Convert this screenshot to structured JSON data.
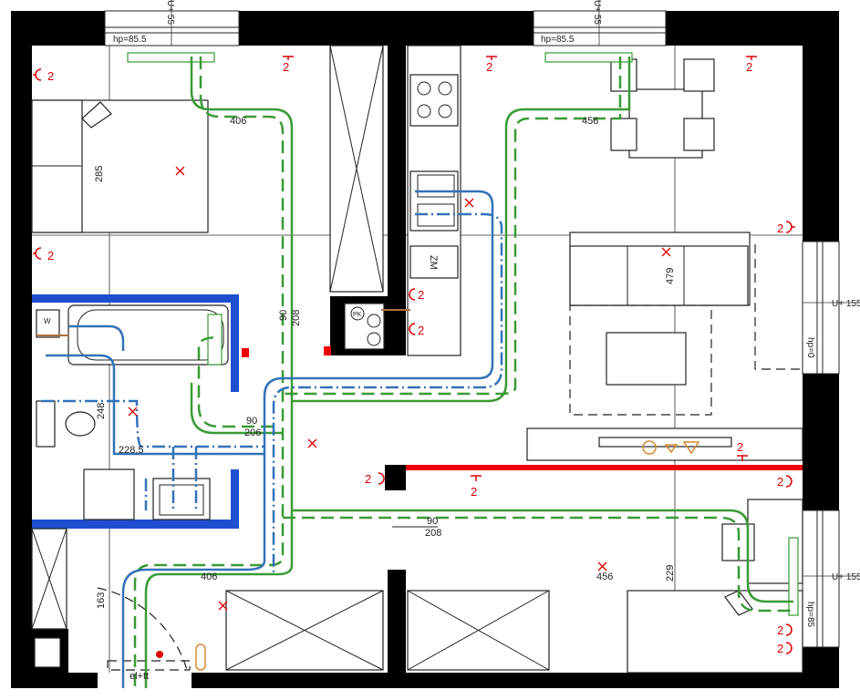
{
  "plan": {
    "window_labels": {
      "top_left": "U+ 55",
      "top_right": "U+ 55",
      "right_upper": "U+ 155",
      "right_lower": "U+ 155"
    },
    "sill_heights": {
      "top_left": "hp=85.5",
      "top_right": "hp=85.5",
      "right_upper": "hp=0",
      "right_lower": "hp=85"
    },
    "dimensions": {
      "bedroom_pipe_top": "406",
      "bed_length": "285",
      "living_pipe_top": "456",
      "living_depth": "479",
      "riser_width": "90",
      "riser_height": "208",
      "bath_riser_width": "90",
      "bath_riser_height": "206",
      "bath_height": "248",
      "bath_width": "228,5",
      "hall_riser_width": "90",
      "hall_riser_height": "208",
      "hall_pipe_bottom": "406",
      "bedroom2_pipe": "456",
      "bedroom2_depth": "229",
      "entry_depth": "163"
    },
    "socket_label": "2",
    "appliance_labels": {
      "fridge": "ZM",
      "boiler": "PK",
      "washer": "W"
    },
    "entry_label": "el+tt",
    "colors": {
      "heating": "#3a9a35",
      "water": "#3272b8",
      "bathroom_wall": "#1f4fd0",
      "electrical": "#d00000",
      "gas": "#d08a30"
    }
  }
}
